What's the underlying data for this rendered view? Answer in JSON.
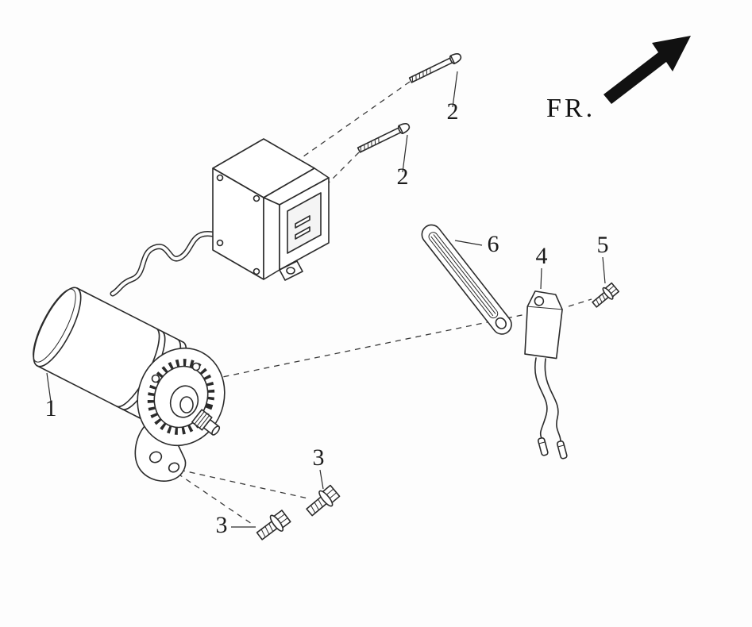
{
  "diagram": {
    "direction_label": "FR.",
    "callouts": {
      "motor": "1",
      "bolt_upper": "2",
      "bolt_lower": "2",
      "flange_bolt_right": "3",
      "flange_bolt_left": "3",
      "resistor": "4",
      "small_bolt": "5",
      "strap": "6"
    },
    "colors": {
      "line": "#2b2b2b",
      "label": "#1b1b1b",
      "arrow": "#111111",
      "background": "#fdfdfd"
    }
  }
}
